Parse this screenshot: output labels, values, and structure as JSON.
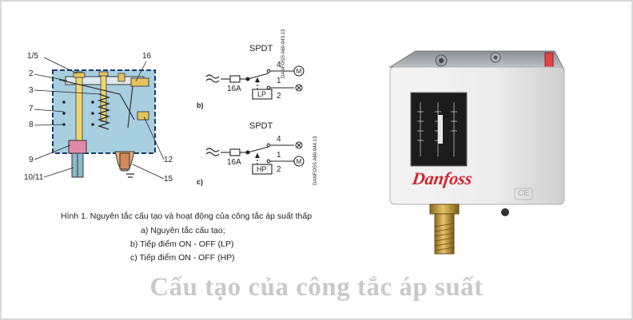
{
  "diagram": {
    "part_labels": [
      "1/5",
      "2",
      "3",
      "7",
      "8",
      "9",
      "10/11",
      "16",
      "12",
      "15"
    ],
    "spdt_top": {
      "title": "SPDT",
      "fuse": "16A",
      "sensor": "LP",
      "sub": "b)",
      "contacts": [
        "4",
        "1",
        "2"
      ],
      "vertical_text": "DANFOSS A60-943.13"
    },
    "spdt_bottom": {
      "title": "SPDT",
      "fuse": "16A",
      "sensor": "HP",
      "sub": "c)",
      "contacts": [
        "4",
        "1",
        "2"
      ],
      "vertical_text": "DANFOSS A60-944.13"
    }
  },
  "caption": {
    "line1": "Hình 1. Nguyên tắc cấu tạo và hoạt động của công tắc áp suất thấp",
    "line2": "a) Nguyên tắc cấu tạo;",
    "line3": "b) Tiếp điểm ON - OFF (LP)",
    "line4": "c) Tiếp điểm ON - OFF (HP)"
  },
  "product": {
    "brand": "Danfoss",
    "ce_mark": "CE"
  },
  "page_title": "Cấu tạo của công tắc áp suất",
  "colors": {
    "cutaway_blue": "#a8cfe0",
    "brass": "#e6c35a",
    "pink": "#e08aa8",
    "brand_red": "#d2232a",
    "title_gray": "#c9c9c9"
  }
}
